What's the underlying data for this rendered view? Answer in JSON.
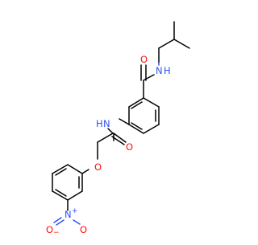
{
  "atoms": {
    "amide_n_top": "N",
    "amide_h_top": "H",
    "carbonyl_o_top": "O",
    "amide_n_mid": "N",
    "amide_h_mid": "H",
    "carbonyl_o_mid": "O",
    "ether_o": "O",
    "nitro_n": "N",
    "nitro_plus": "+",
    "nitro_o_left": "O",
    "nitro_minus": "−",
    "nitro_o_right": "O"
  },
  "colors": {
    "carbon_bond": "#000000",
    "nitrogen": "#3050F8",
    "oxygen": "#FF0D0D"
  }
}
